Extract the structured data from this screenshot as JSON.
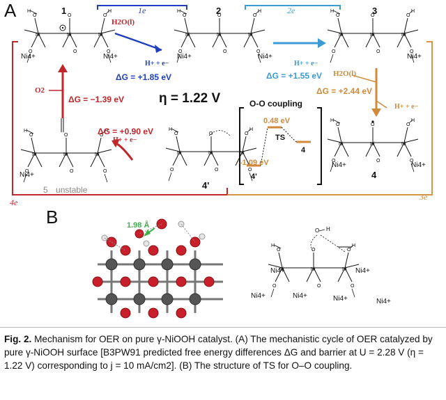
{
  "panel_a": {
    "letter": "A",
    "structure_numbers": [
      "1",
      "2",
      "3",
      "4",
      "4'",
      "5"
    ],
    "unstable_label": "unstable",
    "step_1e": "1e",
    "step_2e": "2e",
    "step_3e": "3e",
    "step_4e": "4e",
    "h2o_1": "H2O(l)",
    "h2o_3": "H2O(l)",
    "h_plus_e_1": "H+ + e−",
    "h_plus_e_2": "H+ + e−",
    "h_plus_e_3": "H+ + e−",
    "h_plus_e_4": "H+ + e−",
    "o2": "O2",
    "dg_1": "ΔG = +1.85 eV",
    "dg_2": "ΔG = +1.55 eV",
    "dg_3": "ΔG = +2.44 eV",
    "dg_4": "ΔG = +0.90 eV",
    "dg_5": "ΔG = −1.39 eV",
    "eta_label": "η = 1.22 V",
    "oo_title": "O-O coupling",
    "oo_ts_energy": "0.48 eV",
    "oo_ts_label": "TS",
    "oo_start_energy": "-1.09 eV",
    "oo_4prime": "4'",
    "oo_4": "4",
    "ion_labels": [
      "Ni4+",
      "Ni4+",
      "Ni4+",
      "Ni4+",
      "Ni4+",
      "Ni4+",
      "Ni4+",
      "Ni4+"
    ]
  },
  "panel_b": {
    "letter": "B",
    "distance": "1.98 Å",
    "ion_labels": [
      "Ni4+",
      "Ni4+",
      "Ni4+",
      "Ni4+",
      "Ni4+",
      "Ni4+"
    ]
  },
  "caption": {
    "fig_label": "Fig. 2.",
    "text": "Mechanism for OER on pure γ-NiOOH catalyst. (A) The mechanistic cycle of OER catalyzed by pure γ-NiOOH surface [B3PW91 predicted free energy differences ΔG and barrier at U = 2.28 V (η = 1.22 V) corresponding to j = 10 mA/cm2]. (B) The structure of TS for O–O coupling."
  },
  "colors": {
    "blue": "#1f3fbf",
    "cyan": "#3c9ad6",
    "red": "#c0262b",
    "orange": "#d08a3a"
  }
}
